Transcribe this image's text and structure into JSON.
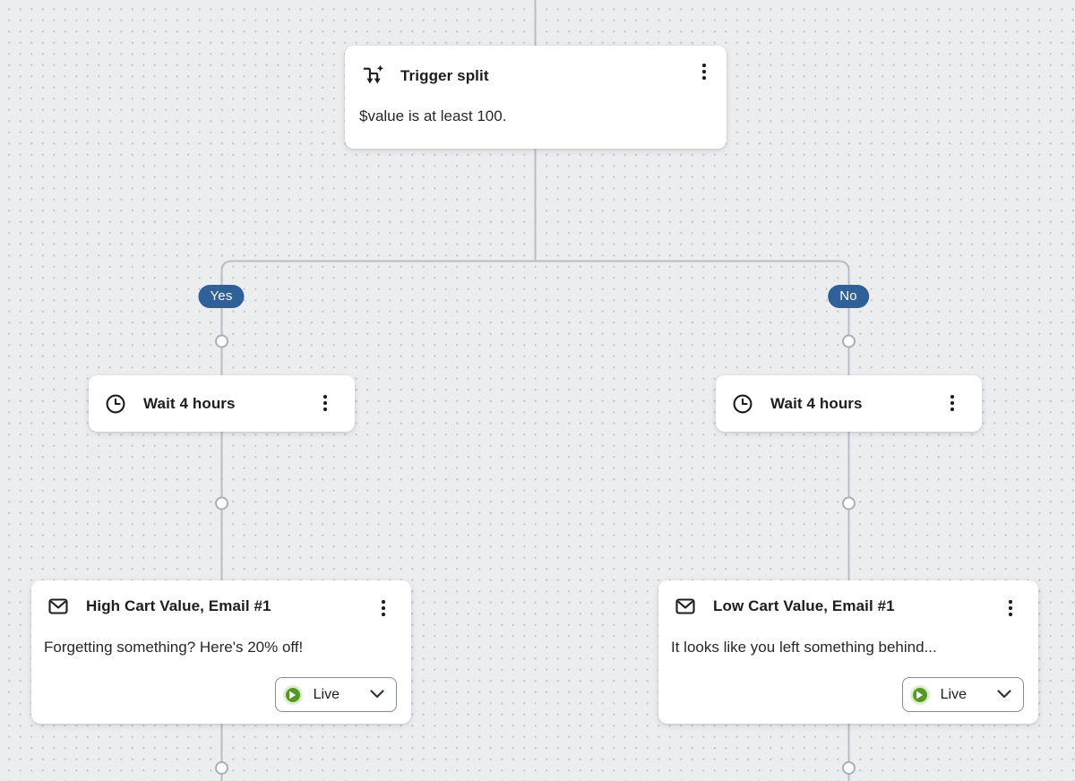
{
  "colors": {
    "branch_pill_bg": "#2f6098",
    "live_dot_green": "#559729",
    "live_dot_halo": "#ddeec9"
  },
  "branch_labels": {
    "yes": "Yes",
    "no": "No"
  },
  "nodes": {
    "trigger_split": {
      "title": "Trigger split",
      "condition": "$value is at least 100."
    },
    "wait_yes": {
      "title": "Wait 4 hours"
    },
    "wait_no": {
      "title": "Wait 4 hours"
    },
    "email_yes": {
      "title": "High Cart Value, Email #1",
      "subject": "Forgetting something? Here's 20% off!",
      "status_label": "Live"
    },
    "email_no": {
      "title": "Low Cart Value, Email #1",
      "subject": "It looks like you left something behind...",
      "status_label": "Live"
    }
  }
}
